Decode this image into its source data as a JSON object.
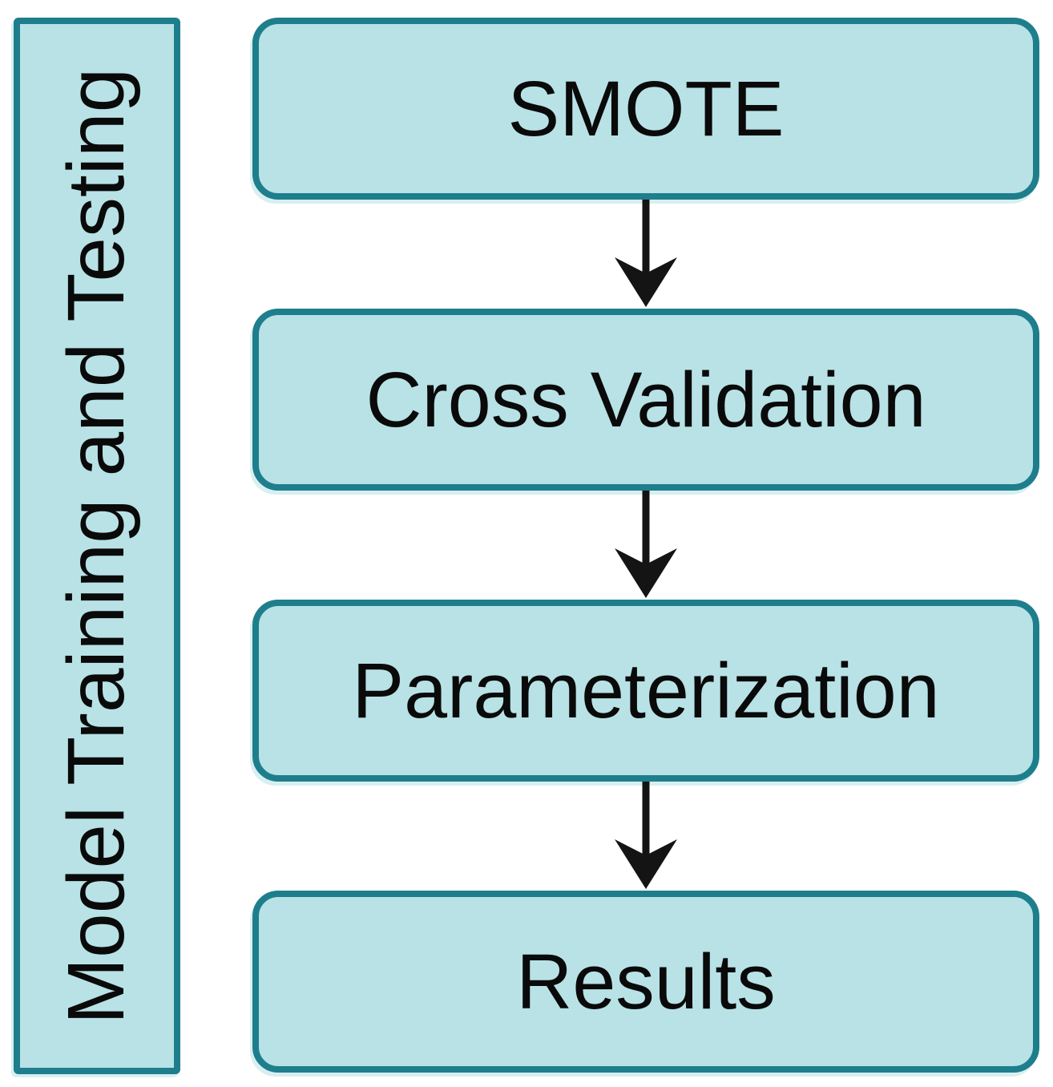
{
  "diagram": {
    "type": "flowchart",
    "sidebar": {
      "label": "Model Training and Testing",
      "orientation": "vertical-bottom-to-top"
    },
    "nodes": [
      {
        "label": "SMOTE"
      },
      {
        "label": "Cross Validation"
      },
      {
        "label": "Parameterization"
      },
      {
        "label": "Results"
      }
    ],
    "connections": [
      {
        "from": "SMOTE",
        "to": "Cross Validation",
        "style": "arrow-down"
      },
      {
        "from": "Cross Validation",
        "to": "Parameterization",
        "style": "arrow-down"
      },
      {
        "from": "Parameterization",
        "to": "Results",
        "style": "arrow-down"
      }
    ],
    "colors": {
      "node_fill": "#b8e2e6",
      "node_border": "#1e7e8c",
      "arrow": "#141414",
      "text": "#0a0a0a",
      "background": "#ffffff"
    }
  }
}
